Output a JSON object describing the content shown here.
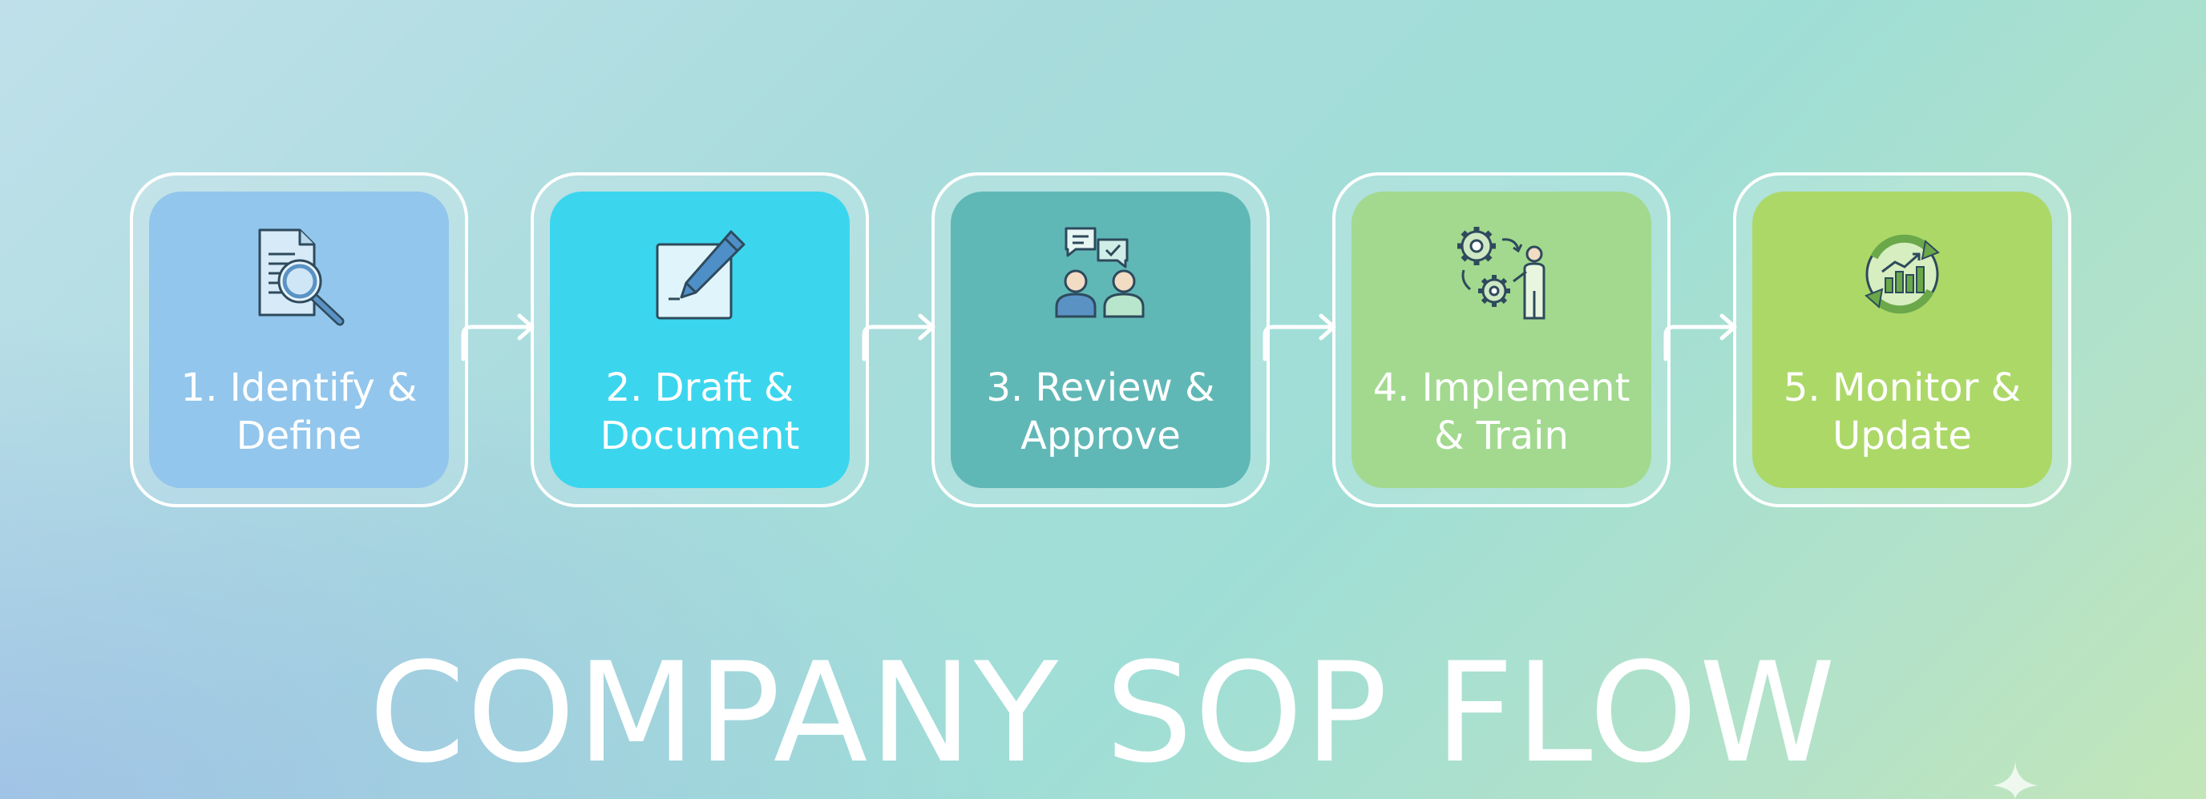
{
  "title": "COMPANY SOP FLOW",
  "steps": [
    {
      "label": "1. Identify &\nDefine",
      "icon": "document-search-icon",
      "color": "#92c6ec"
    },
    {
      "label": "2. Draft &\nDocument",
      "icon": "document-pencil-icon",
      "color": "#3bd6ee"
    },
    {
      "label": "3. Review &\nApprove",
      "icon": "people-chat-approve-icon",
      "color": "#60b8b6"
    },
    {
      "label": "4. Implement\n& Train",
      "icon": "gears-trainer-icon",
      "color": "#a2d98e"
    },
    {
      "label": "5. Monitor &\nUpdate",
      "icon": "cycle-chart-icon",
      "color": "#acd868"
    }
  ],
  "colors": {
    "frame": "#ffffff",
    "icon_stroke": "#2e4a5c",
    "text": "#ffffff"
  }
}
